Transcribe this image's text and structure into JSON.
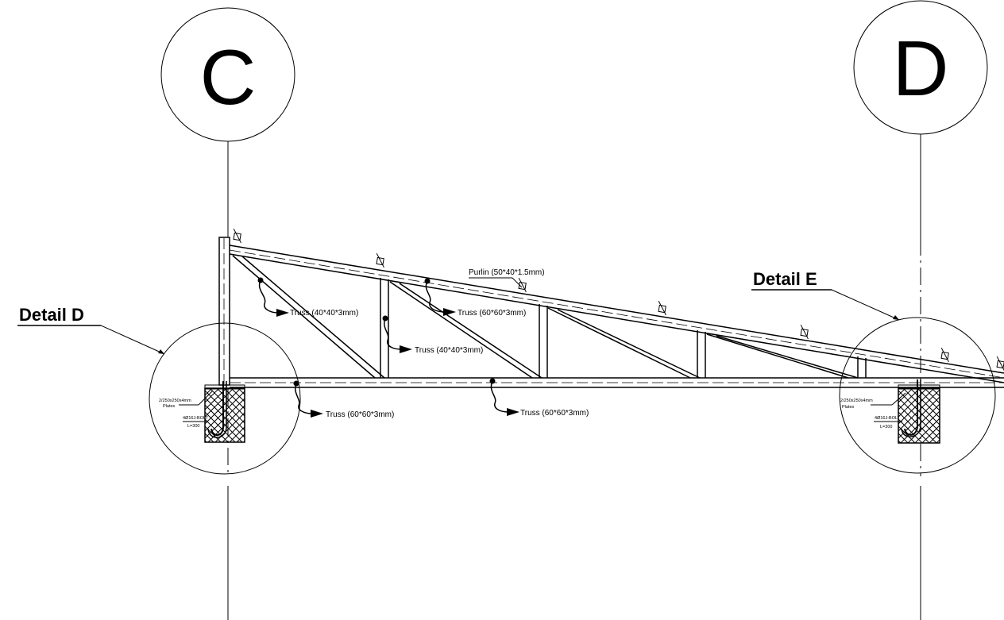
{
  "grid": {
    "left_label": "C",
    "right_label": "D"
  },
  "details": {
    "left": "Detail D",
    "right": "Detail E"
  },
  "members": {
    "purlin": "Purlin (50*40*1.5mm)",
    "truss_web_1": "Truss (40*40*3mm)",
    "truss_web_2": "Truss (60*60*3mm)",
    "truss_web_3": "Truss (40*40*3mm)",
    "truss_bottom_1": "Truss (60*60*3mm)",
    "truss_bottom_2": "Truss (60*60*3mm)"
  },
  "footing_left": {
    "plates_line1": "2/250x250x4mm",
    "plates_line2": "Plates",
    "bolt_line1": "4Ø16J-BOLT",
    "bolt_line2": "L=300"
  },
  "footing_right": {
    "plates_line1": "2/250x250x4mm",
    "plates_line2": "Plates",
    "bolt_line1": "4Ø16J-BOLT",
    "bolt_line2": "L=300"
  },
  "colors": {
    "line": "#000000",
    "background": "#ffffff"
  }
}
